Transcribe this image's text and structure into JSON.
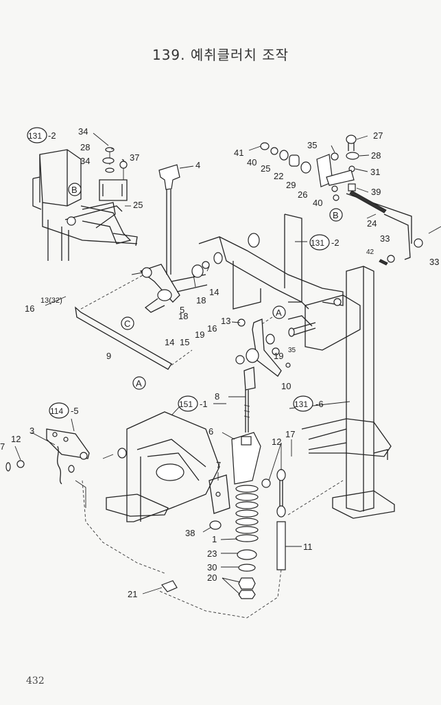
{
  "title": "139. 예취클러치 조작",
  "page_number": "432",
  "labels": [
    {
      "id": "l34a",
      "text": "34"
    },
    {
      "id": "l28a",
      "text": "28"
    },
    {
      "id": "l34b",
      "text": "34"
    },
    {
      "id": "l37",
      "text": "37"
    },
    {
      "id": "l4",
      "text": "4"
    },
    {
      "id": "l25a",
      "text": "25"
    },
    {
      "id": "l41",
      "text": "41"
    },
    {
      "id": "l40a",
      "text": "40"
    },
    {
      "id": "l25b",
      "text": "25"
    },
    {
      "id": "l22",
      "text": "22"
    },
    {
      "id": "l29",
      "text": "29"
    },
    {
      "id": "l26",
      "text": "26"
    },
    {
      "id": "l40b",
      "text": "40"
    },
    {
      "id": "l35a",
      "text": "35"
    },
    {
      "id": "l27",
      "text": "27"
    },
    {
      "id": "l28b",
      "text": "28"
    },
    {
      "id": "l31",
      "text": "31"
    },
    {
      "id": "l39",
      "text": "39"
    },
    {
      "id": "l24",
      "text": "24"
    },
    {
      "id": "l33a",
      "text": "33"
    },
    {
      "id": "l42",
      "text": "42"
    },
    {
      "id": "l33b",
      "text": "33"
    },
    {
      "id": "l13_32",
      "text": "13(32)"
    },
    {
      "id": "l16a",
      "text": "16"
    },
    {
      "id": "l18a",
      "text": "18"
    },
    {
      "id": "l14a",
      "text": "14"
    },
    {
      "id": "l5",
      "text": "5"
    },
    {
      "id": "l18b",
      "text": "18"
    },
    {
      "id": "l14b",
      "text": "14"
    },
    {
      "id": "l15",
      "text": "15"
    },
    {
      "id": "l9",
      "text": "9"
    },
    {
      "id": "l13",
      "text": "13"
    },
    {
      "id": "l16b",
      "text": "16"
    },
    {
      "id": "l19a",
      "text": "19"
    },
    {
      "id": "l19b",
      "text": "19"
    },
    {
      "id": "l35b",
      "text": "35"
    },
    {
      "id": "l10",
      "text": "10"
    },
    {
      "id": "l8",
      "text": "8"
    },
    {
      "id": "l6",
      "text": "6"
    },
    {
      "id": "l3",
      "text": "3"
    },
    {
      "id": "l12a",
      "text": "12"
    },
    {
      "id": "l7a",
      "text": "7"
    },
    {
      "id": "l7b",
      "text": "7"
    },
    {
      "id": "l12b",
      "text": "12"
    },
    {
      "id": "l17",
      "text": "17"
    },
    {
      "id": "l38",
      "text": "38"
    },
    {
      "id": "l1",
      "text": "1"
    },
    {
      "id": "l23",
      "text": "23"
    },
    {
      "id": "l30",
      "text": "30"
    },
    {
      "id": "l20",
      "text": "20"
    },
    {
      "id": "l11",
      "text": "11"
    },
    {
      "id": "l21",
      "text": "21"
    }
  ],
  "refs": [
    {
      "id": "r131_2a",
      "code": "131",
      "suffix": "-2"
    },
    {
      "id": "r131_2b",
      "code": "131",
      "suffix": "-2"
    },
    {
      "id": "r131_6",
      "code": "131",
      "suffix": "-6"
    },
    {
      "id": "r151_1",
      "code": "151",
      "suffix": "-1"
    },
    {
      "id": "r114_5",
      "code": "114",
      "suffix": "-5"
    }
  ],
  "markers": [
    {
      "id": "mB1",
      "text": "B"
    },
    {
      "id": "mB2",
      "text": "B"
    },
    {
      "id": "mC",
      "text": "C"
    },
    {
      "id": "mA1",
      "text": "A"
    },
    {
      "id": "mA2",
      "text": "A"
    }
  ]
}
